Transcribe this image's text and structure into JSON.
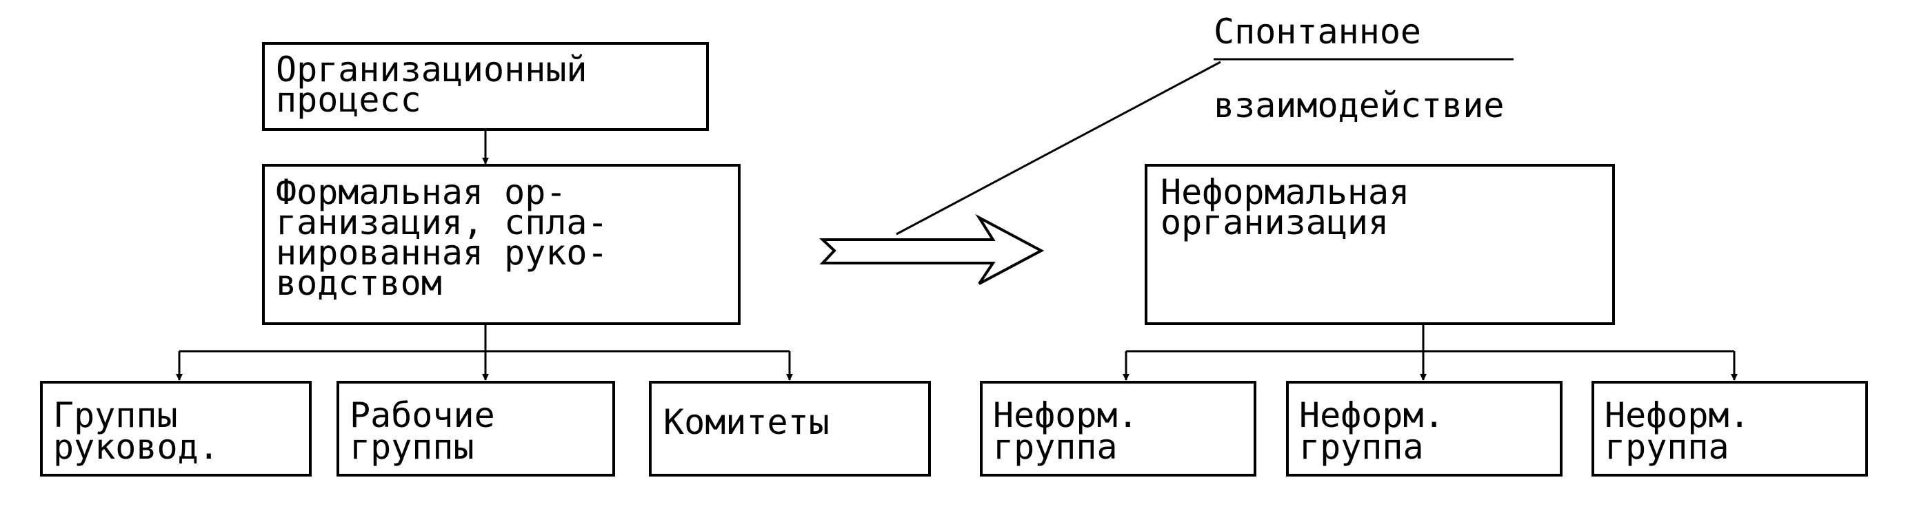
{
  "colors": {
    "line": "#000000",
    "background": "#ffffff"
  },
  "formal": {
    "process_lines": [
      "Организационный",
      "процесс"
    ],
    "organization_lines": [
      "Формальная ор-",
      "ганизация, спла-",
      "нированная руко-",
      "водством"
    ],
    "groups": [
      {
        "lines": [
          "Группы",
          "руковод."
        ]
      },
      {
        "lines": [
          "Рабочие",
          "группы"
        ]
      },
      {
        "lines": [
          "Комитеты"
        ]
      }
    ]
  },
  "informal": {
    "label_line1": "Спонтанное",
    "label_line2": "взаимодействие",
    "organization_lines": [
      "Неформальная",
      "организация"
    ],
    "groups": [
      {
        "lines": [
          "Неформ.",
          "группа"
        ]
      },
      {
        "lines": [
          "Неформ.",
          "группа"
        ]
      },
      {
        "lines": [
          "Неформ.",
          "группа"
        ]
      }
    ]
  }
}
